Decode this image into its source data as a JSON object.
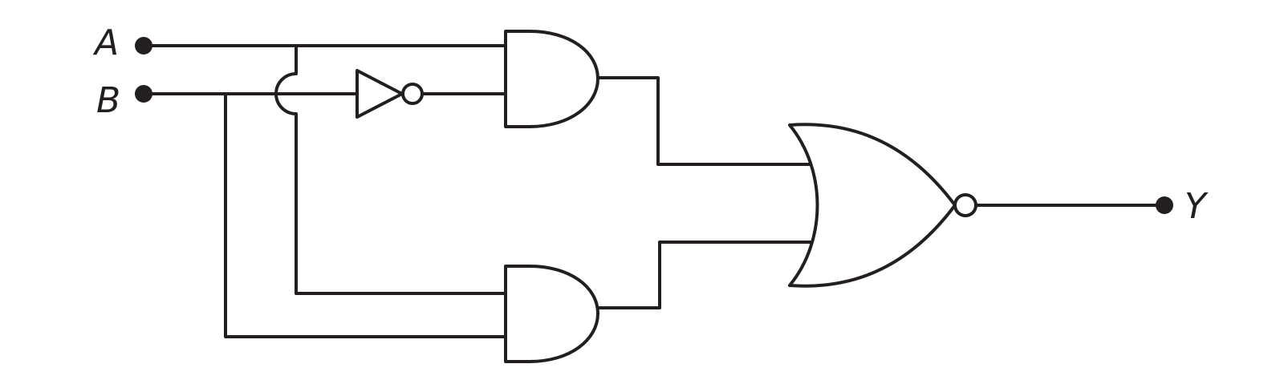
{
  "diagram": {
    "type": "logic-circuit",
    "colors": {
      "line": "#231f20",
      "background": "#ffffff"
    },
    "inputs": [
      {
        "id": "A",
        "label": "A"
      },
      {
        "id": "B",
        "label": "B"
      }
    ],
    "outputs": [
      {
        "id": "Y",
        "label": "Y"
      }
    ],
    "gates": [
      {
        "id": "not1",
        "kind": "NOT",
        "inputs": [
          "B"
        ]
      },
      {
        "id": "and1",
        "kind": "AND",
        "inputs": [
          "A",
          "not1"
        ]
      },
      {
        "id": "and2",
        "kind": "AND",
        "inputs": [
          "A",
          "B"
        ]
      },
      {
        "id": "nor1",
        "kind": "NOR",
        "inputs": [
          "and1",
          "and2"
        ],
        "output": "Y"
      }
    ]
  }
}
